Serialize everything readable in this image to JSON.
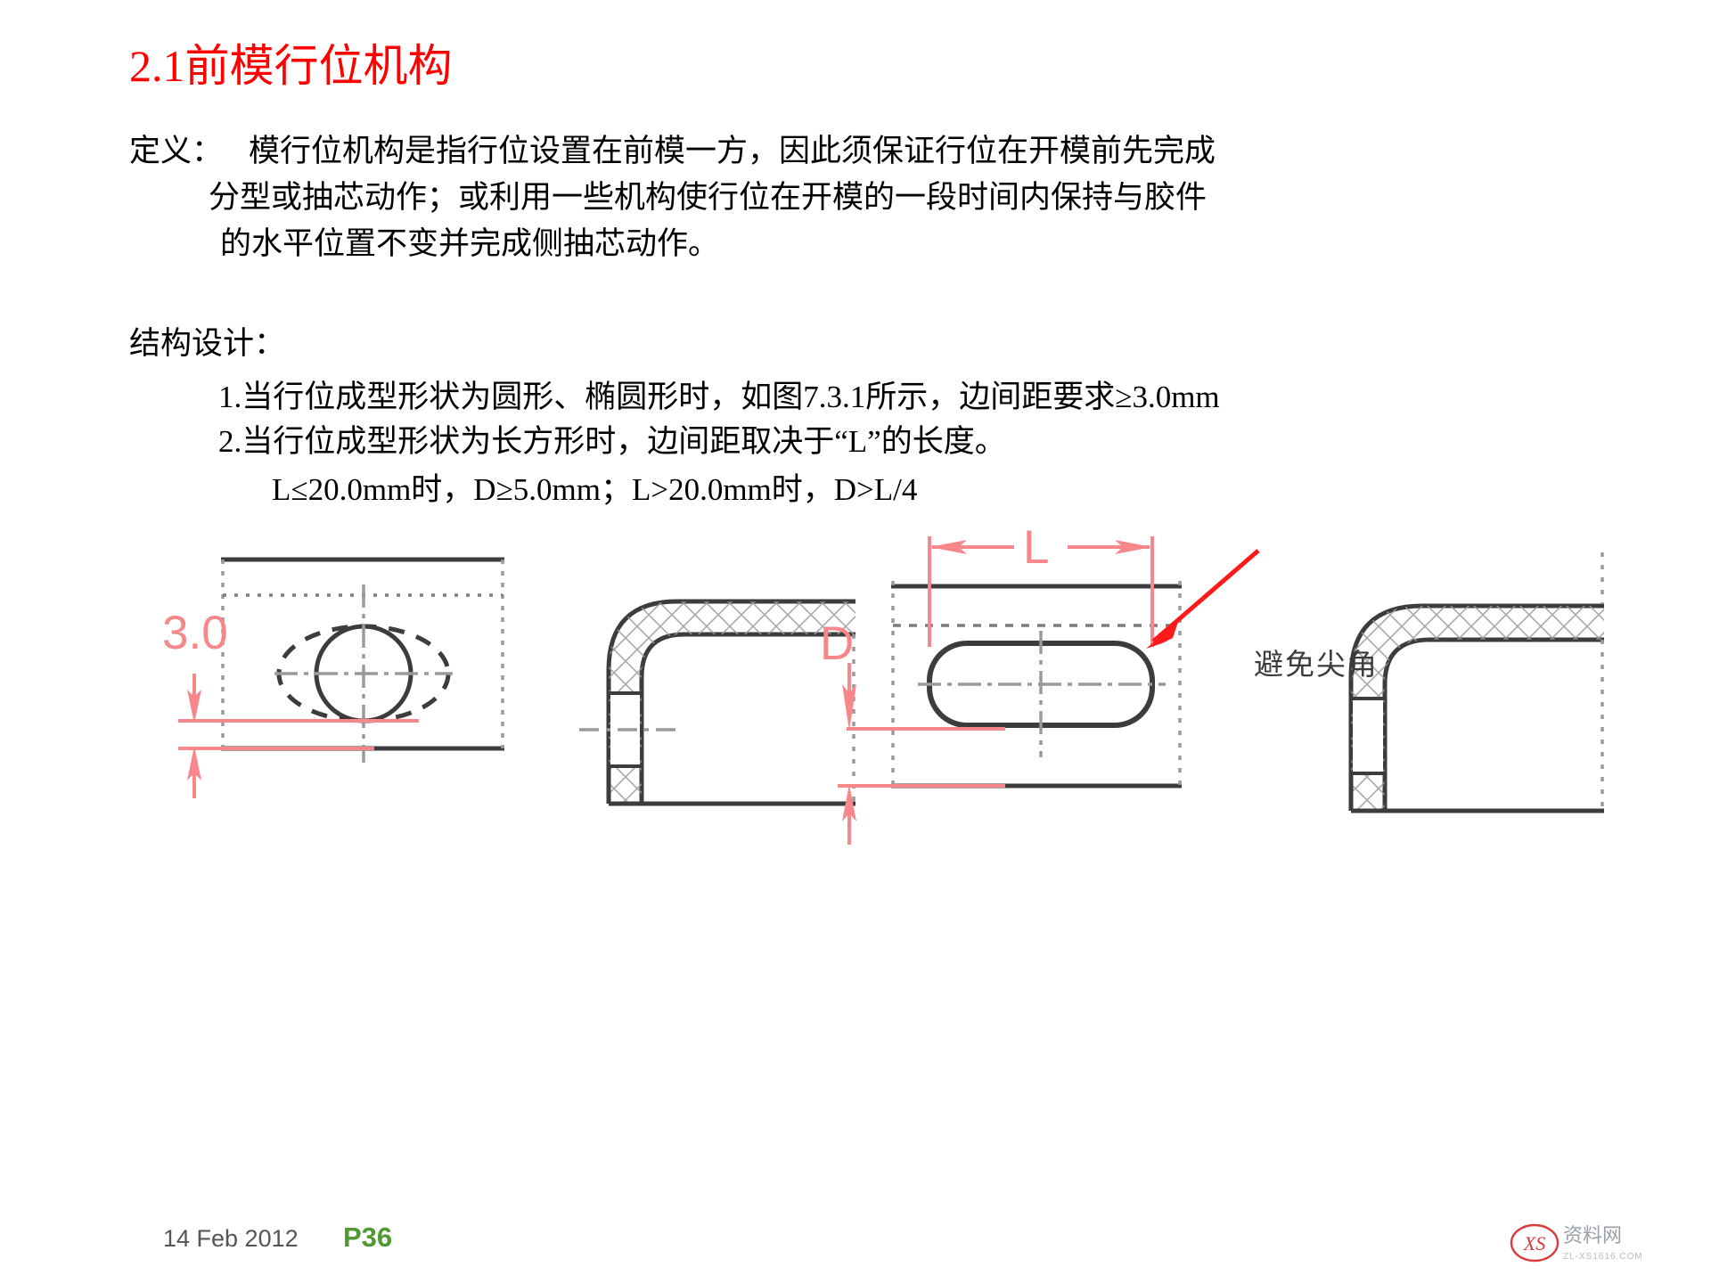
{
  "slide": {
    "title": "2.1前模行位机构",
    "title_color": "#FF0000",
    "definition": {
      "label": "定义：",
      "line1": "模行位机构是指行位设置在前模一方，因此须保证行位在开模前先完成",
      "line2": "分型或抽芯动作；或利用一些机构使行位在开模的一段时间内保持与胶件",
      "line3": "的水平位置不变并完成侧抽芯动作。"
    },
    "structure": {
      "heading": "结构设计：",
      "item1": "1.当行位成型形状为圆形、椭圆形时，如图7.3.1所示，边间距要求≥3.0mm",
      "item2": "2.当行位成型形状为长方形时，边间距取决于“L”的长度。",
      "formula": "L≤20.0mm时，D≥5.0mm；L>20.0mm时，D>L/4"
    },
    "figure": {
      "dim_3_0": "3.0",
      "dim_L": "L",
      "dim_D": "D",
      "callout_avoid_sharp_corner": "避免尖角",
      "dim_color": "#F8878C",
      "arrow_color": "#FF1A1A",
      "line_color": "#3C3C3C"
    },
    "footer": {
      "date": "14 Feb 2012",
      "page": "P36",
      "page_color": "#4E9A30"
    },
    "watermark": {
      "mark": "XS",
      "sub": "ZL-XS1616.COM"
    }
  }
}
